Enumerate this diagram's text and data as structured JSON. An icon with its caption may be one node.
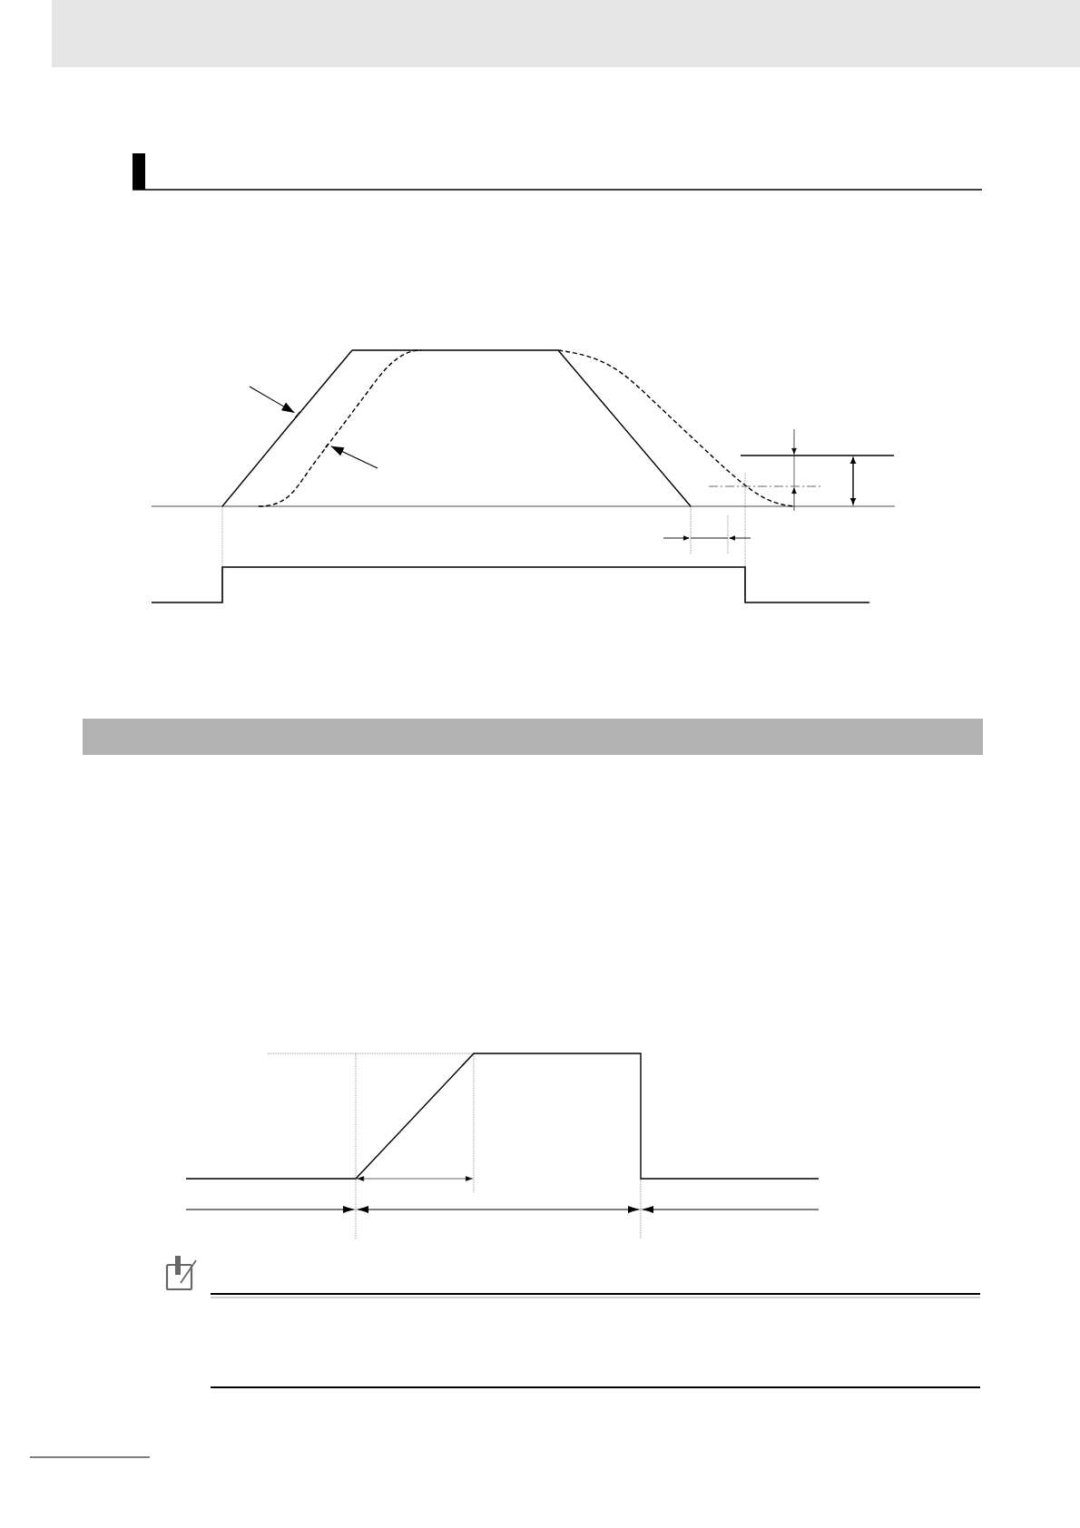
{
  "diagram": {
    "nodes": [
      {
        "text": [],
        "shape": "curve"
      },
      {
        "text": [],
        "shape": "curve"
      },
      {
        "text": [],
        "shape": "band"
      },
      {
        "text": [],
        "shape": "band"
      }
    ],
    "edges": [
      {
        "from": null,
        "to": 0,
        "arrow": "to"
      },
      {
        "from": null,
        "to": 1,
        "arrow": "to"
      }
    ]
  }
}
